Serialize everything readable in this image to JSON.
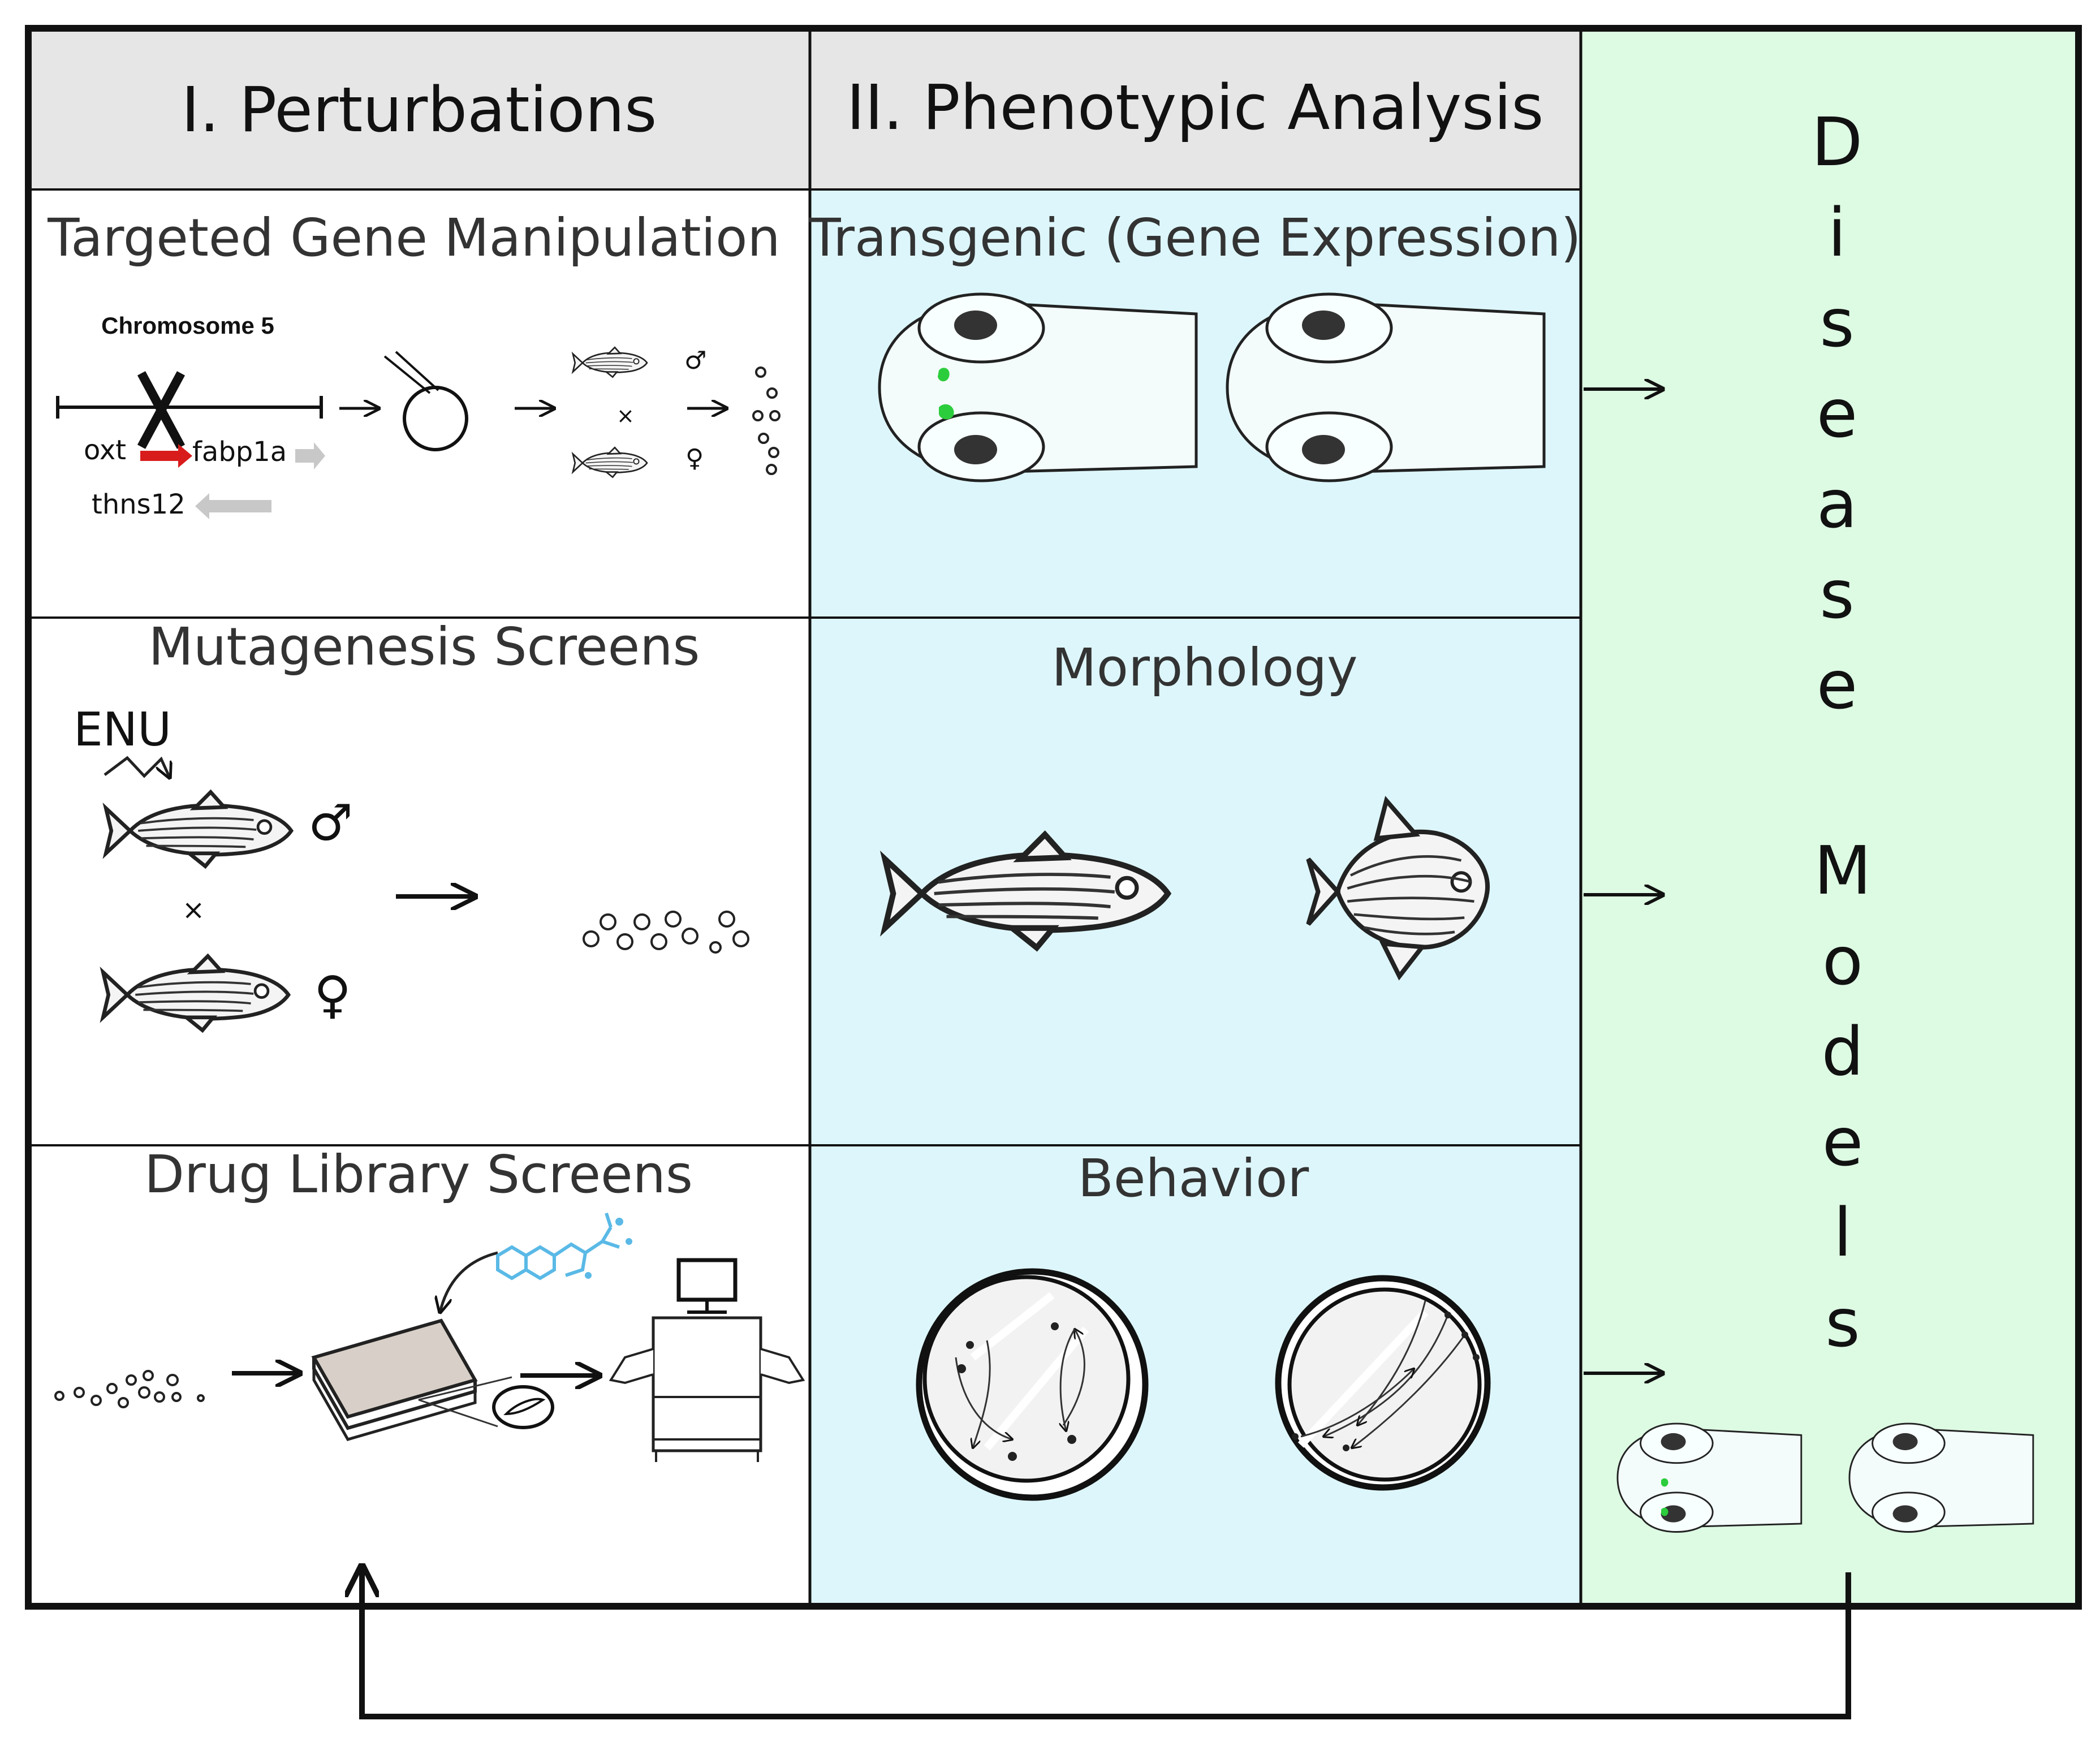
{
  "columns": {
    "perturbations": {
      "header": "I. Perturbations"
    },
    "phenotypic": {
      "header": "II. Phenotypic Analysis"
    },
    "disease": {
      "label_line1": "Disease",
      "label_line2": "Models"
    }
  },
  "perturbations": {
    "targeted": {
      "title": "Targeted Gene Manipulation",
      "chromosome_label": "Chromosome 5",
      "gene_oxt": "oxt",
      "gene_fabp1a": "fabp1a",
      "gene_thns12": "thns12"
    },
    "mutagenesis": {
      "title": "Mutagenesis Screens",
      "mutagen": "ENU"
    },
    "drug": {
      "title": "Drug Library Screens"
    }
  },
  "phenotypic": {
    "transgenic": {
      "title": "Transgenic (Gene Expression)"
    },
    "morphology": {
      "title": "Morphology"
    },
    "behavior": {
      "title": "Behavior"
    }
  },
  "symbols": {
    "male": "♂",
    "female": "♀",
    "cross": "×"
  },
  "colors": {
    "header_bg": "#e6e6e6",
    "phenotype_bg": "#ddf6fb",
    "disease_bg": "#ddfae3",
    "expression_green": "#2ccd3c",
    "gene_red": "#d81c1c",
    "gene_gray": "#c8c8c8",
    "compound_blue": "#5ab9e6",
    "plate_fill": "#d8d0c8"
  },
  "icons": [
    "zebrafish-icon",
    "embryo-icon",
    "larva-head-icon",
    "petri-dish-icon",
    "well-plate-icon",
    "compound-structure-icon",
    "imaging-station-icon",
    "arrow-icon"
  ]
}
